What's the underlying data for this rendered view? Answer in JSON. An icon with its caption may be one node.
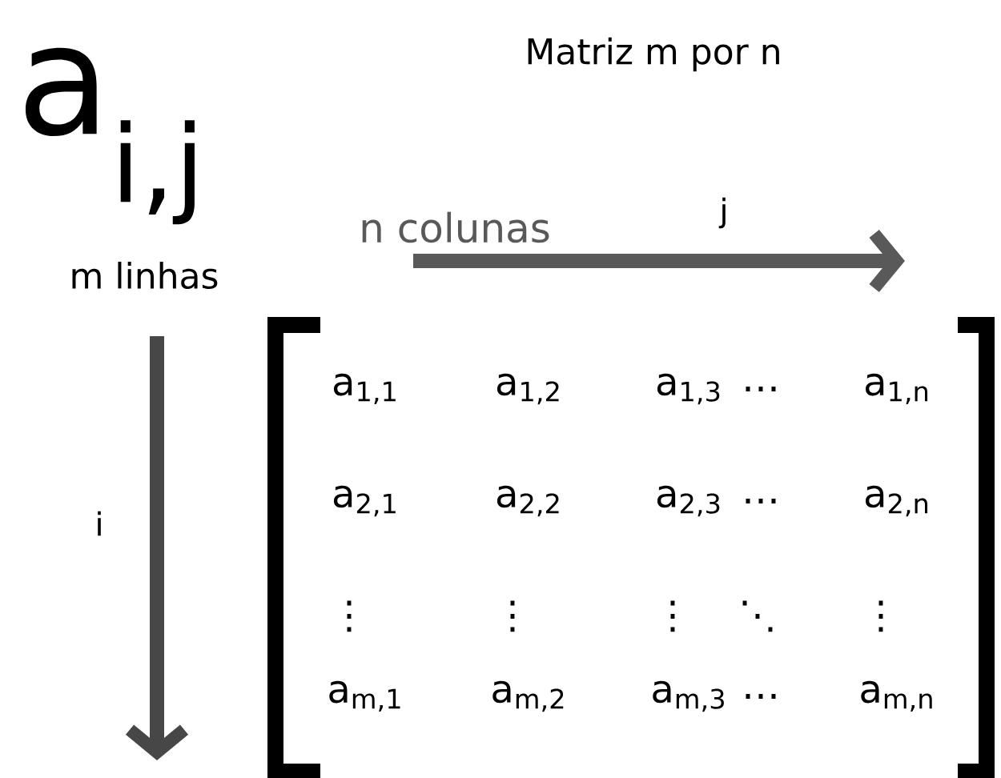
{
  "diagram": {
    "title": "Matriz m por n",
    "labels": [
      "a$_{i,j}$",
      "n colunas",
      "j",
      "m linhas",
      "i",
      "a$_{1,1}$",
      "a$_{1,2}$",
      "a$_{1,3}$",
      "…",
      "a$_{1,n}$",
      "a$_{2,1}$",
      "a$_{2,2}$",
      "a$_{2,3}$",
      "…",
      "a$_{2,n}$",
      "⋮",
      "⋮",
      "⋮",
      "⋱",
      "⋮",
      "a$_{m,1}$",
      "a$_{m,2}$",
      "a$_{m,3}$",
      "…",
      "a$_{m,n}$"
    ]
  }
}
